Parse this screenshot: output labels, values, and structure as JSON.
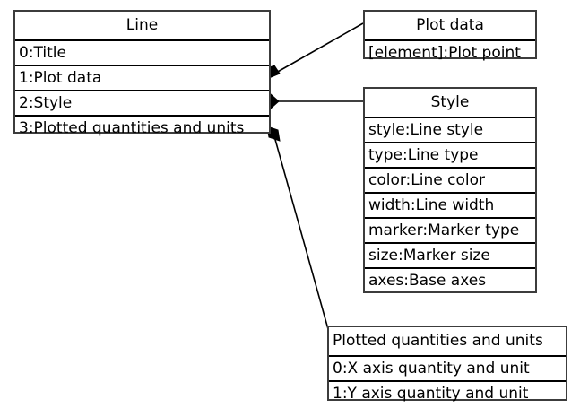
{
  "diagram": {
    "type": "uml-class-diagram",
    "title": "Line class composition diagram",
    "colors": {
      "box_border": "#3c3c3c",
      "row_divider": "#000000",
      "background": "#ffffff",
      "text": "#000000",
      "edge": "#000000"
    }
  },
  "classes": {
    "line": {
      "name": "Line",
      "header_align": "center",
      "rows": [
        "0:Title",
        "1:Plot data",
        "2:Style",
        "3:Plotted quantities and units"
      ]
    },
    "plot_data": {
      "name": "Plot data",
      "header_align": "center",
      "rows": [
        "[element]:Plot point"
      ]
    },
    "style": {
      "name": "Style",
      "header_align": "center",
      "rows": [
        "style:Line style",
        "type:Line type",
        "color:Line color",
        "width:Line width",
        "marker:Marker type",
        "size:Marker size",
        "axes:Base axes"
      ]
    },
    "plotted_quantities": {
      "name": "Plotted quantities and units",
      "header_align": "left",
      "rows": [
        "0:X axis quantity and unit",
        "1:Y axis quantity and unit"
      ]
    }
  },
  "relationships": [
    {
      "id": "line-to-plot-data",
      "kind": "composition",
      "from": "Line",
      "from_member": "1:Plot data",
      "to": "Plot data",
      "marker": "filled-diamond"
    },
    {
      "id": "line-to-style",
      "kind": "composition",
      "from": "Line",
      "from_member": "2:Style",
      "to": "Style",
      "marker": "filled-diamond"
    },
    {
      "id": "line-to-plotted-quantities",
      "kind": "composition",
      "from": "Line",
      "from_member": "3:Plotted quantities and units",
      "to": "Plotted quantities and units",
      "marker": "filled-diamond"
    }
  ]
}
